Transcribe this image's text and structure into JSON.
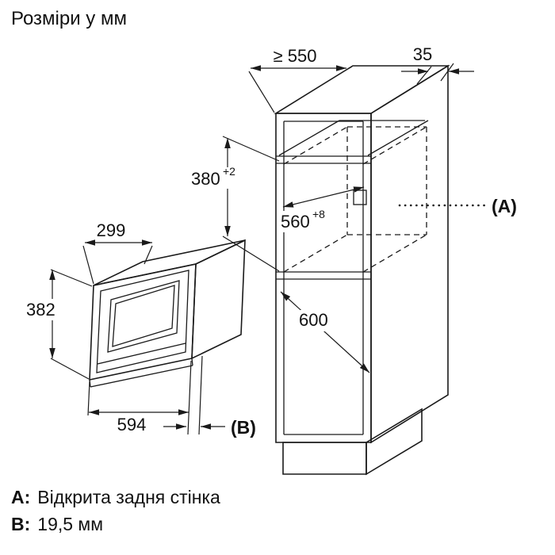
{
  "title": "Розміри у мм",
  "cabinet": {
    "depth_label": "≥ 550",
    "rear_gap_label": "35",
    "niche_height": "380",
    "niche_height_tol": "+2",
    "niche_width": "560",
    "niche_width_tol": "+8",
    "lower_height_label": "600",
    "callout_a": "(A)"
  },
  "microwave": {
    "depth_label": "299",
    "height_label": "382",
    "width_label": "594",
    "callout_b": "(B)"
  },
  "legend": {
    "a_key": "A:",
    "a_text": "Відкрита задня стінка",
    "b_key": "B:",
    "b_text": "19,5 мм"
  }
}
